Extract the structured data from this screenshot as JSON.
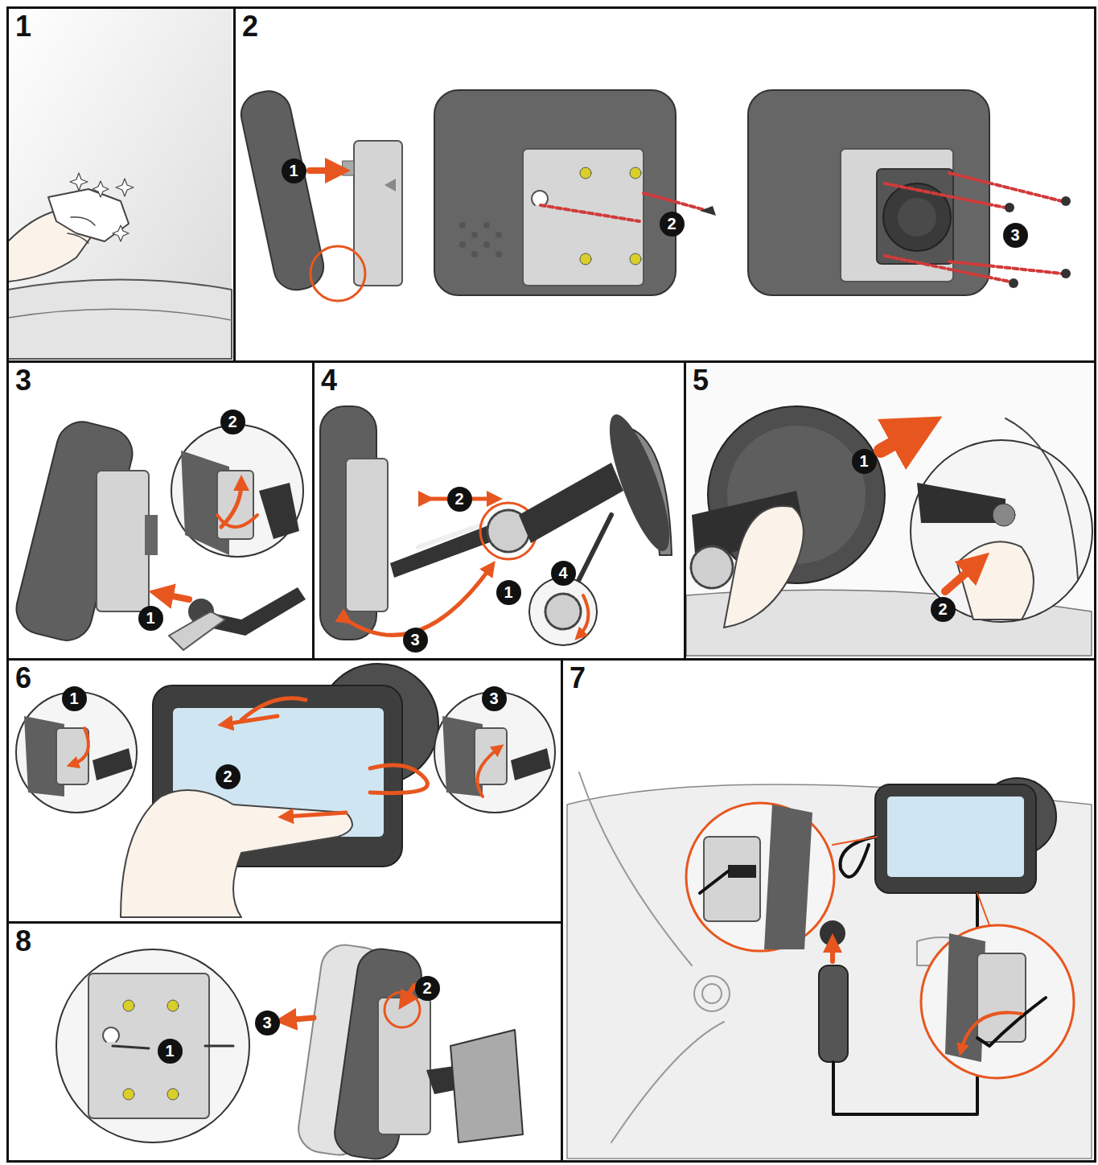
{
  "diagram": {
    "nodes": [
      {
        "text": [
          "1"
        ]
      },
      {
        "text": [
          "2"
        ]
      },
      {
        "text": [
          "1"
        ],
        "in": 1
      },
      {
        "text": [
          "2"
        ],
        "in": 1
      },
      {
        "text": [
          "3"
        ],
        "in": 1
      },
      {
        "text": [
          "3"
        ]
      },
      {
        "text": [
          "2"
        ],
        "in": 5
      },
      {
        "text": [
          "1"
        ],
        "in": 5
      },
      {
        "text": [
          "4"
        ]
      },
      {
        "text": [
          "2"
        ],
        "in": 8
      },
      {
        "text": [
          "1"
        ],
        "in": 8
      },
      {
        "text": [
          "4"
        ],
        "in": 8
      },
      {
        "text": [
          "3"
        ],
        "in": 8
      },
      {
        "text": [
          "5"
        ]
      },
      {
        "text": [
          "1"
        ],
        "in": 13
      },
      {
        "text": [
          "2"
        ],
        "in": 13
      },
      {
        "text": [
          "6"
        ]
      },
      {
        "text": [
          "1"
        ],
        "in": 16
      },
      {
        "text": [
          "2"
        ],
        "in": 16
      },
      {
        "text": [
          "3"
        ],
        "in": 16
      },
      {
        "text": [
          "7"
        ]
      },
      {
        "text": [
          "8"
        ]
      },
      {
        "text": [
          "1"
        ],
        "in": 21
      },
      {
        "text": [
          "2"
        ],
        "in": 21
      },
      {
        "text": [
          "3"
        ],
        "in": 21
      }
    ]
  }
}
